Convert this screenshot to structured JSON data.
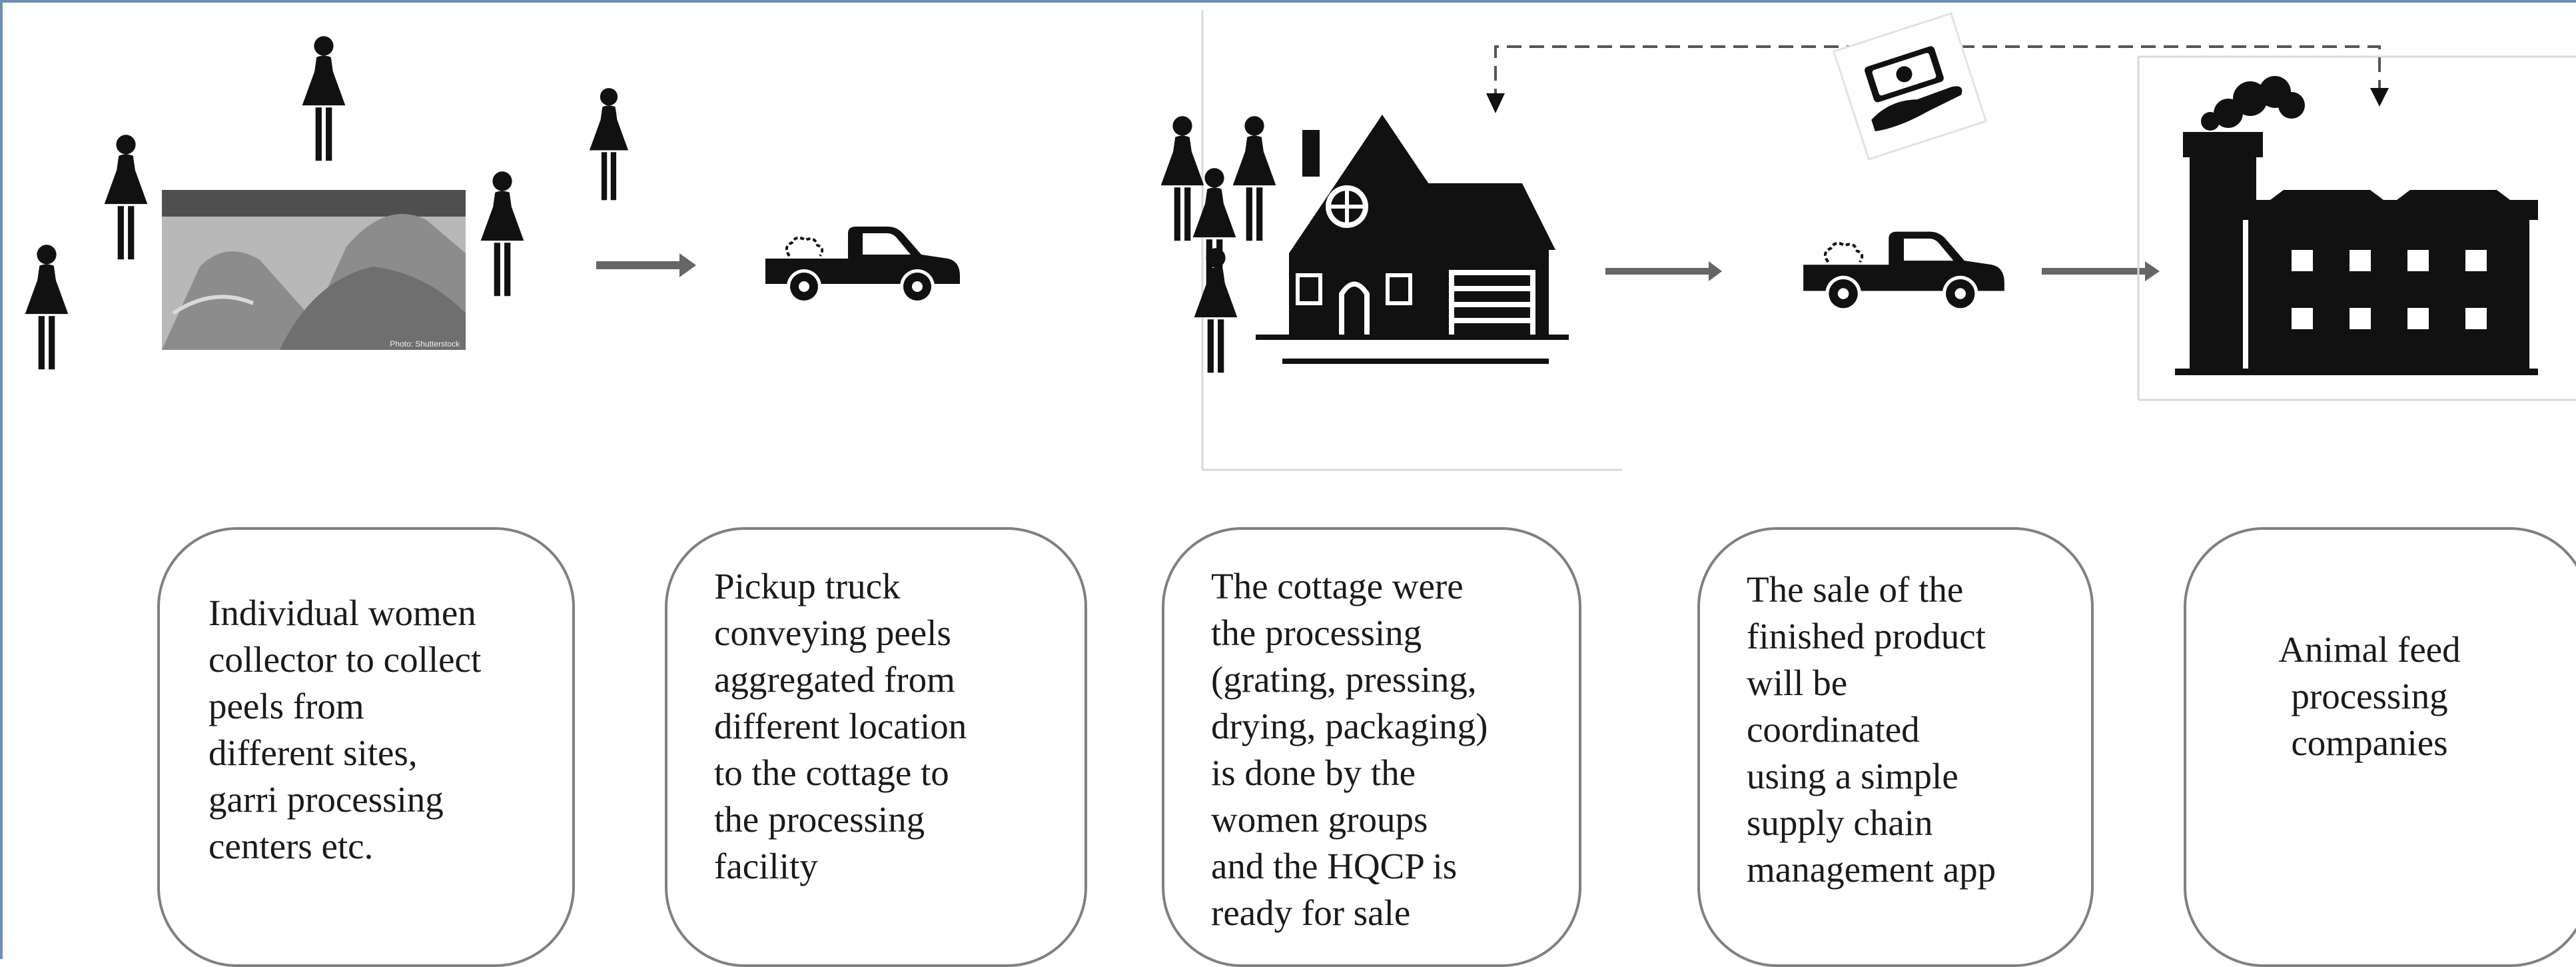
{
  "colors": {
    "ink": "#111111",
    "arrow": "#666666",
    "box_border": "#808080",
    "frame_border": "#6d8fb3",
    "dashed_line": "#555555"
  },
  "stages": [
    {
      "icon": "women-collectors-icon",
      "photo": "peel-pile-photo",
      "description": "Individual women\ncollector to collect\npeels from\ndifferent sites,\ngarri processing\ncenters etc."
    },
    {
      "icon": "pickup-truck-icon",
      "description": "Pickup truck\nconveying peels\naggregated from\ndifferent location\nto the cottage to\nthe processing\nfacility"
    },
    {
      "icon": "cottage-house-icon",
      "description": "The cottage were\nthe processing\n(grating, pressing,\ndrying, packaging)\nis done by the\nwomen groups\nand the HQCP is\nready for sale"
    },
    {
      "icon": "pickup-truck-icon",
      "description": "The sale of the\nfinished product\nwill be\ncoordinated\nusing a simple\nsupply chain\nmanagement app"
    },
    {
      "icon": "factory-icon",
      "description": "Animal feed\nprocessing\ncompanies"
    }
  ],
  "payment_icon": "money-hand-icon",
  "photo_caption": "Photo: Shutterstock"
}
